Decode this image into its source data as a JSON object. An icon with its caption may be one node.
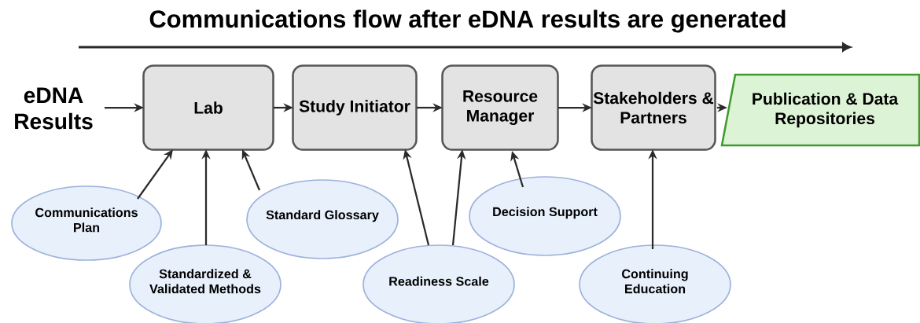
{
  "diagram": {
    "title": "Communications flow after eDNA results are generated",
    "nodes": [
      {
        "text": [
          "eDNA Results"
        ]
      },
      {
        "text": [
          "Lab"
        ]
      },
      {
        "text": [
          "Study Initiator"
        ]
      },
      {
        "text": [
          "Resource Manager"
        ]
      },
      {
        "text": [
          "Stakeholders & Partners"
        ]
      },
      {
        "text": [
          "Publication & Data Repositories"
        ]
      },
      {
        "text": [
          "Communications Plan"
        ]
      },
      {
        "text": [
          "Standardized & Validated Methods"
        ]
      },
      {
        "text": [
          "Standard Glossary"
        ]
      },
      {
        "text": [
          "Readiness Scale"
        ]
      },
      {
        "text": [
          "Decision Support"
        ]
      },
      {
        "text": [
          "Continuing Education"
        ]
      }
    ],
    "edges": [
      {
        "from": 0,
        "to": 1,
        "arrow": "to"
      },
      {
        "from": 1,
        "to": 2,
        "arrow": "to"
      },
      {
        "from": 2,
        "to": 3,
        "arrow": "to"
      },
      {
        "from": 3,
        "to": 4,
        "arrow": "to"
      },
      {
        "from": 4,
        "to": 5,
        "arrow": "to"
      },
      {
        "from": 6,
        "to": 1,
        "arrow": "to"
      },
      {
        "from": 7,
        "to": 1,
        "arrow": "to"
      },
      {
        "from": 8,
        "to": 1,
        "arrow": "to"
      },
      {
        "from": 9,
        "to": 2,
        "arrow": "to"
      },
      {
        "from": 9,
        "to": 3,
        "arrow": "to"
      },
      {
        "from": 10,
        "to": 3,
        "arrow": "to"
      },
      {
        "from": 11,
        "to": 4,
        "arrow": "to"
      }
    ]
  }
}
